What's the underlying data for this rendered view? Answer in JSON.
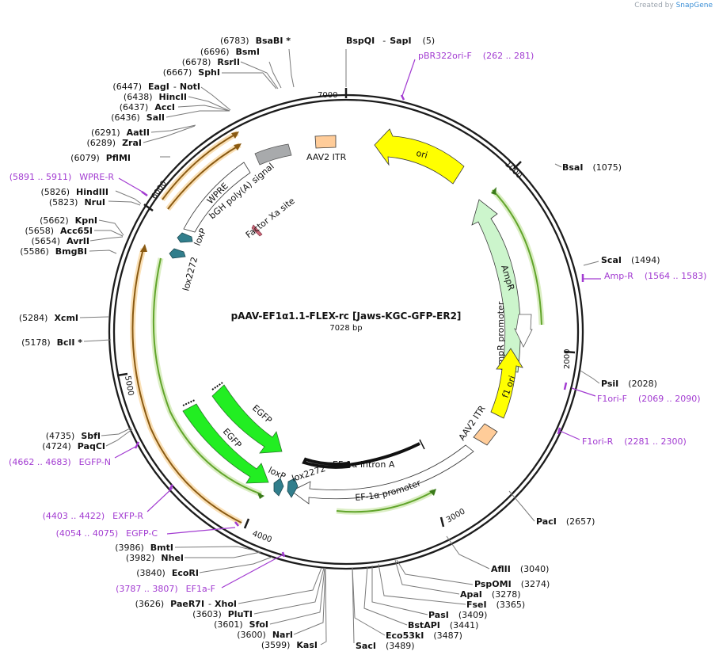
{
  "brand": {
    "prefix": "Created by",
    "name": "SnapGene"
  },
  "title": "pAAV-EF1α1.1-FLEX-rc [Jaws-KGC-GFP-ER2]",
  "length": "7028 bp",
  "ticks": [
    "1000",
    "2000",
    "3000",
    "4000",
    "5000",
    "6000",
    "7000"
  ],
  "sites": [
    {
      "pos": "(6783)",
      "name": "BsaBI *"
    },
    {
      "pos": "(6696)",
      "name": "BsmI"
    },
    {
      "pos": "(6678)",
      "name": "RsrII"
    },
    {
      "pos": "(6667)",
      "name": "SphI"
    },
    {
      "pos": "(6447)",
      "name": "EagI",
      "name2": "NotI"
    },
    {
      "pos": "(6438)",
      "name": "HincII"
    },
    {
      "pos": "(6437)",
      "name": "AccI"
    },
    {
      "pos": "(6436)",
      "name": "SalI"
    },
    {
      "pos": "(6291)",
      "name": "AatII"
    },
    {
      "pos": "(6289)",
      "name": "ZraI"
    },
    {
      "pos": "(6079)",
      "name": "PflMI"
    },
    {
      "pos": "(5826)",
      "name": "HindIII"
    },
    {
      "pos": "(5823)",
      "name": "NruI"
    },
    {
      "pos": "(5662)",
      "name": "KpnI"
    },
    {
      "pos": "(5658)",
      "name": "Acc65I"
    },
    {
      "pos": "(5654)",
      "name": "AvrII"
    },
    {
      "pos": "(5586)",
      "name": "BmgBI"
    },
    {
      "pos": "(5284)",
      "name": "XcmI"
    },
    {
      "pos": "(5178)",
      "name": "BclI *"
    },
    {
      "pos": "(4735)",
      "name": "SbfI"
    },
    {
      "pos": "(4724)",
      "name": "PaqCI"
    },
    {
      "pos": "(3986)",
      "name": "BmtI"
    },
    {
      "pos": "(3982)",
      "name": "NheI"
    },
    {
      "pos": "(3840)",
      "name": "EcoRI"
    },
    {
      "pos": "(3626)",
      "name": "PaeR7I",
      "name2": "XhoI"
    },
    {
      "pos": "(3603)",
      "name": "PluTI"
    },
    {
      "pos": "(3601)",
      "name": "SfoI"
    },
    {
      "pos": "(3600)",
      "name": "NarI"
    },
    {
      "pos": "(3599)",
      "name": "KasI"
    },
    {
      "name": "BspQI",
      "name2": "SapI",
      "pos": "(5)"
    },
    {
      "name": "BsaI",
      "pos": "(1075)"
    },
    {
      "name": "ScaI",
      "pos": "(1494)"
    },
    {
      "name": "PsiI",
      "pos": "(2028)"
    },
    {
      "name": "PacI",
      "pos": "(2657)"
    },
    {
      "name": "AflII",
      "pos": "(3040)"
    },
    {
      "name": "PspOMI",
      "pos": "(3274)"
    },
    {
      "name": "ApaI",
      "pos": "(3278)"
    },
    {
      "name": "FseI",
      "pos": "(3365)"
    },
    {
      "name": "PasI",
      "pos": "(3409)"
    },
    {
      "name": "BstAPI",
      "pos": "(3441)"
    },
    {
      "name": "Eco53kI",
      "pos": "(3487)"
    },
    {
      "name": "SacI",
      "pos": "(3489)"
    }
  ],
  "primers": [
    {
      "name": "pBR322ori-F",
      "range": "(262 .. 281)"
    },
    {
      "name": "Amp-R",
      "range": "(1564 .. 1583)"
    },
    {
      "name": "F1ori-F",
      "range": "(2069 .. 2090)"
    },
    {
      "name": "F1ori-R",
      "range": "(2281 .. 2300)"
    },
    {
      "range": "(5891 .. 5911)",
      "name": "WPRE-R"
    },
    {
      "range": "(4662 .. 4683)",
      "name": "EGFP-N"
    },
    {
      "range": "(4403 .. 4422)",
      "name": "EXFP-R"
    },
    {
      "range": "(4054 .. 4075)",
      "name": "EGFP-C"
    },
    {
      "range": "(3787 .. 3807)",
      "name": "EF1a-F"
    }
  ],
  "features": {
    "ori": "ori",
    "ampr": "AmpR",
    "ampr_promoter": "AmpR promoter",
    "f1_ori": "f1 ori",
    "aav2_itr_right": "AAV2 ITR",
    "ef1a_promoter": "EF-1α promoter",
    "ef1a_intron": "EF-1α intron A",
    "lox2272_inner": "lox2272",
    "loxp_inner": "loxP",
    "egfp_outer": "EGFP",
    "egfp_inner": "EGFP",
    "lox2272_outer": "lox2272",
    "loxp_outer": "loxP",
    "wpre": "WPRE",
    "bgh": "bGH poly(A) signal",
    "factor_xa": "Factor Xa site",
    "aav2_itr_left": "AAV2 ITR"
  },
  "colors": {
    "ori": "#ffff00",
    "ampr": "#ccf5cc",
    "f1_ori": "#ffff00",
    "itr": "#ffcc99",
    "egfp": "#22ee22",
    "lox": "#317e8c",
    "bgh": "#a8aaac",
    "primer": "#a23bd1",
    "orf_orange": "#f2a033",
    "orf_green": "#62a52c"
  }
}
